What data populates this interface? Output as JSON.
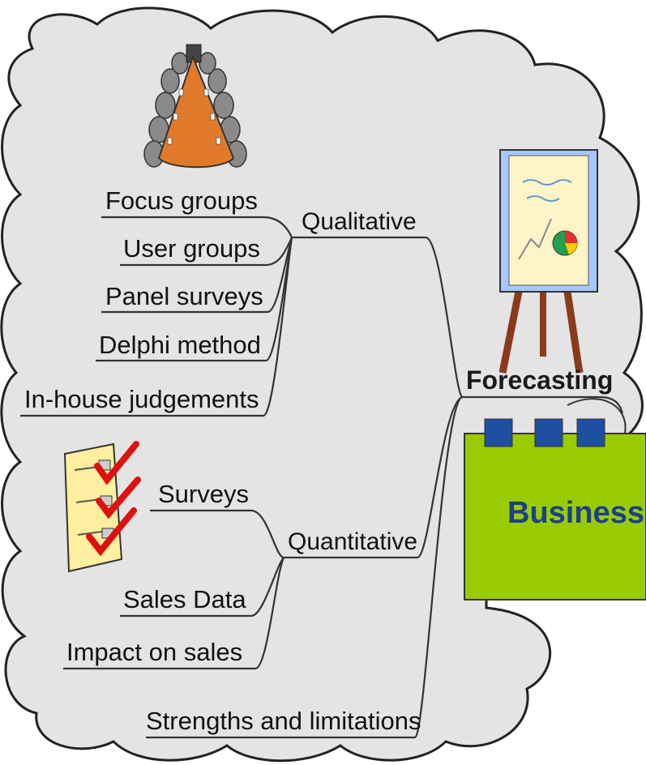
{
  "diagram": {
    "central": "Forecasting",
    "business_label": "Business",
    "qualitative": {
      "label": "Qualitative",
      "items": [
        "Focus groups",
        "User groups",
        "Panel surveys",
        "Delphi method",
        "In-house judgements"
      ]
    },
    "quantitative": {
      "label": "Quantitative",
      "items": [
        "Surveys",
        "Sales Data",
        "Impact on sales"
      ]
    },
    "extra": "Strengths and limitations"
  },
  "colors": {
    "cloud_fill": "#e4e4e4",
    "cloud_stroke": "#222222",
    "business_fill": "#99cc00",
    "business_text": "#1c3f8c",
    "tab_fill": "#1f4fa0",
    "cone_fill": "#e07a2a",
    "easel_leg": "#8b3a1a",
    "paper_fill": "#ffef9e",
    "check_color": "#e01010"
  },
  "icons": [
    "conference-table-icon",
    "presentation-easel-icon",
    "checklist-icon"
  ]
}
